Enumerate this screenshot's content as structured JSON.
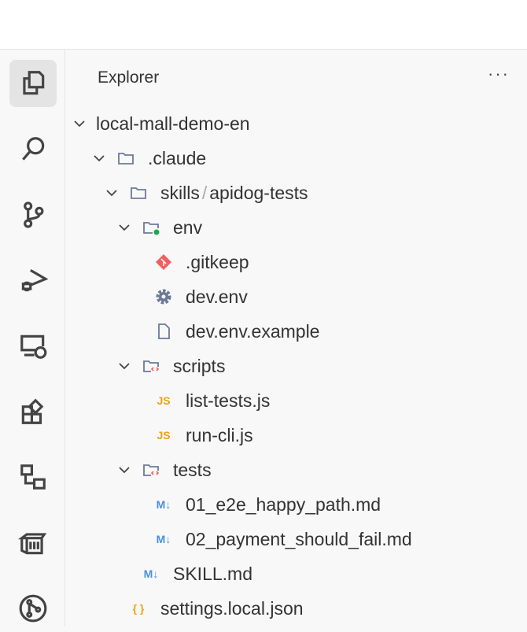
{
  "activity_bar": [
    {
      "name": "explorer-icon",
      "active": true
    },
    {
      "name": "search-icon"
    },
    {
      "name": "source-control-icon"
    },
    {
      "name": "run-debug-icon"
    },
    {
      "name": "remote-explorer-icon"
    },
    {
      "name": "extensions-icon"
    },
    {
      "name": "workflow-icon"
    },
    {
      "name": "containers-icon"
    },
    {
      "name": "git-graph-icon"
    }
  ],
  "explorer": {
    "title": "Explorer",
    "more": "···",
    "root": "local-mall-demo-en",
    "items": [
      {
        "label": ".claude",
        "type": "folder"
      },
      {
        "label": "skills",
        "label2": "apidog-tests",
        "sep": "/",
        "type": "folder"
      },
      {
        "label": "env",
        "type": "folder-env"
      },
      {
        "label": ".gitkeep",
        "type": "git"
      },
      {
        "label": "dev.env",
        "type": "gear"
      },
      {
        "label": "dev.env.example",
        "type": "file"
      },
      {
        "label": "scripts",
        "type": "folder-code"
      },
      {
        "label": "list-tests.js",
        "type": "js",
        "badge": "JS"
      },
      {
        "label": "run-cli.js",
        "type": "js",
        "badge": "JS"
      },
      {
        "label": "tests",
        "type": "folder-code"
      },
      {
        "label": "01_e2e_happy_path.md",
        "type": "md",
        "badge": "M↓"
      },
      {
        "label": "02_payment_should_fail.md",
        "type": "md",
        "badge": "M↓"
      },
      {
        "label": "SKILL.md",
        "type": "md",
        "badge": "M↓"
      },
      {
        "label": "settings.local.json",
        "type": "json",
        "badge": "{ }"
      }
    ]
  },
  "colors": {
    "folder": "#6b7a99",
    "js": "#e8a317",
    "md": "#4a8fe0",
    "git": "#f06060",
    "env_dot": "#1faa4a"
  }
}
